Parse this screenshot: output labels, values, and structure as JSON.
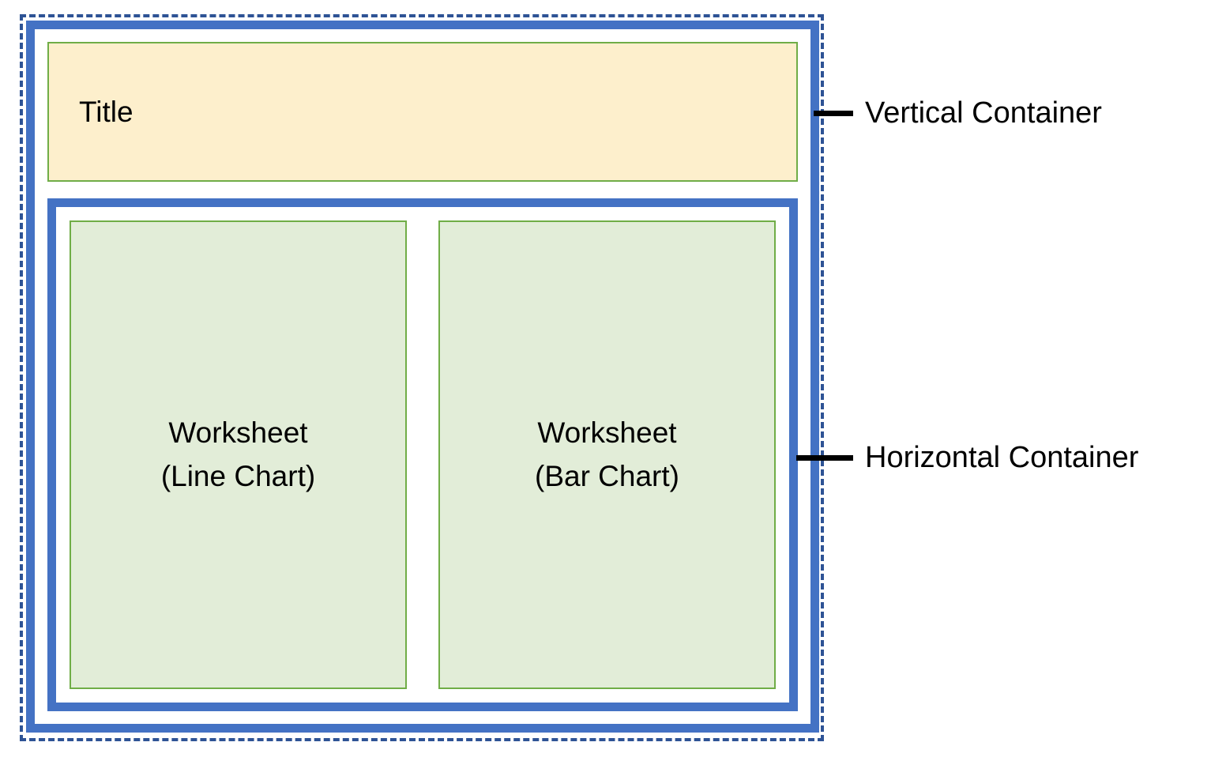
{
  "diagram": {
    "title_box": {
      "label": "Title"
    },
    "worksheets": [
      {
        "name_line1": "Worksheet",
        "name_line2": "(Line Chart)"
      },
      {
        "name_line1": "Worksheet",
        "name_line2": "(Bar Chart)"
      }
    ],
    "annotations": [
      {
        "label": "Vertical Container"
      },
      {
        "label": "Horizontal Container"
      }
    ],
    "colors": {
      "container_blue": "#4472C4",
      "dashed_blue": "#2E5395",
      "title_fill": "#FDEFCC",
      "title_border": "#70AD47",
      "worksheet_fill": "#E2EDD8",
      "worksheet_border": "#70AD47",
      "leader_line": "#000000",
      "text": "#000000",
      "background": "#FFFFFF"
    }
  }
}
